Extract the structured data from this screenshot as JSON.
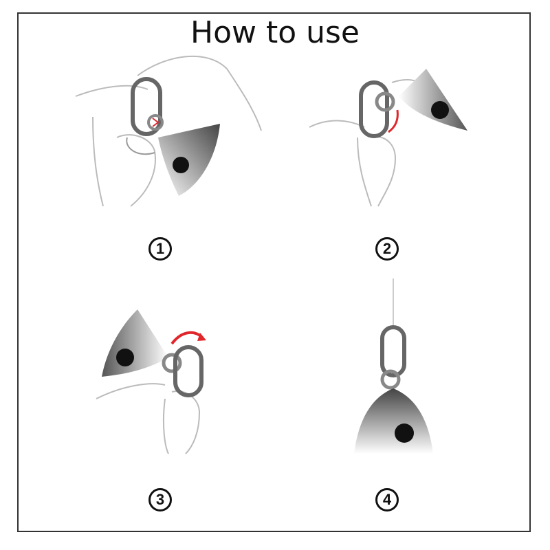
{
  "title": "How to use",
  "steps": [
    {
      "number": "1",
      "illustration": "pinch-snap-open"
    },
    {
      "number": "2",
      "illustration": "hook-lure-ring"
    },
    {
      "number": "3",
      "illustration": "rotate-ring-into-snap"
    },
    {
      "number": "4",
      "illustration": "lure-attached-to-line"
    }
  ],
  "colors": {
    "arrow": "#e0262b",
    "metal": "#777777",
    "line": "#cccccc"
  }
}
